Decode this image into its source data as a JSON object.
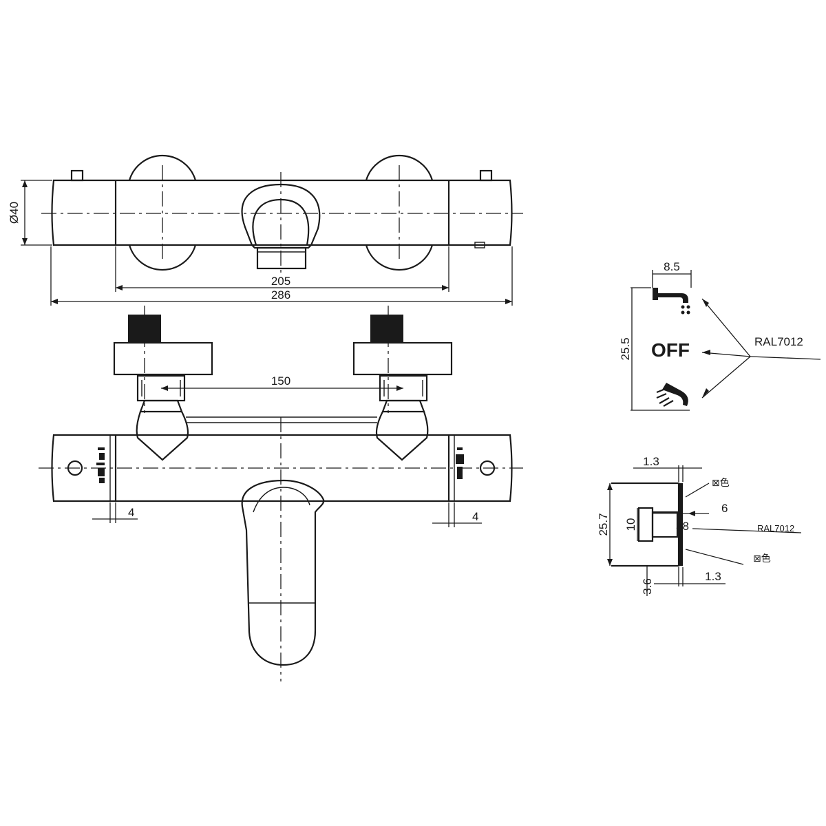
{
  "dimensions": {
    "diameter": "Ø40",
    "inner_length": "205",
    "overall_length": "286",
    "inlet_spacing": "150",
    "offset_left": "4",
    "offset_right": "4",
    "symbol_width": "8.5",
    "symbol_height": "25.5",
    "knob_ring_top": "1.3",
    "knob_height": "25.7",
    "knob_inner": "10",
    "knob_depth": "6",
    "knob_bottom": "3.6",
    "knob_ring_bottom": "1.3"
  },
  "labels": {
    "color_top": "RAL7012",
    "color_knob": "RAL7012",
    "off_symbol": "OFF",
    "knob_number": "38",
    "color_note_1": "⊠色",
    "color_note_2": "⊠色"
  },
  "icons": [
    "spout-icon",
    "shower-head-icon",
    "temperature-scale-icon"
  ]
}
